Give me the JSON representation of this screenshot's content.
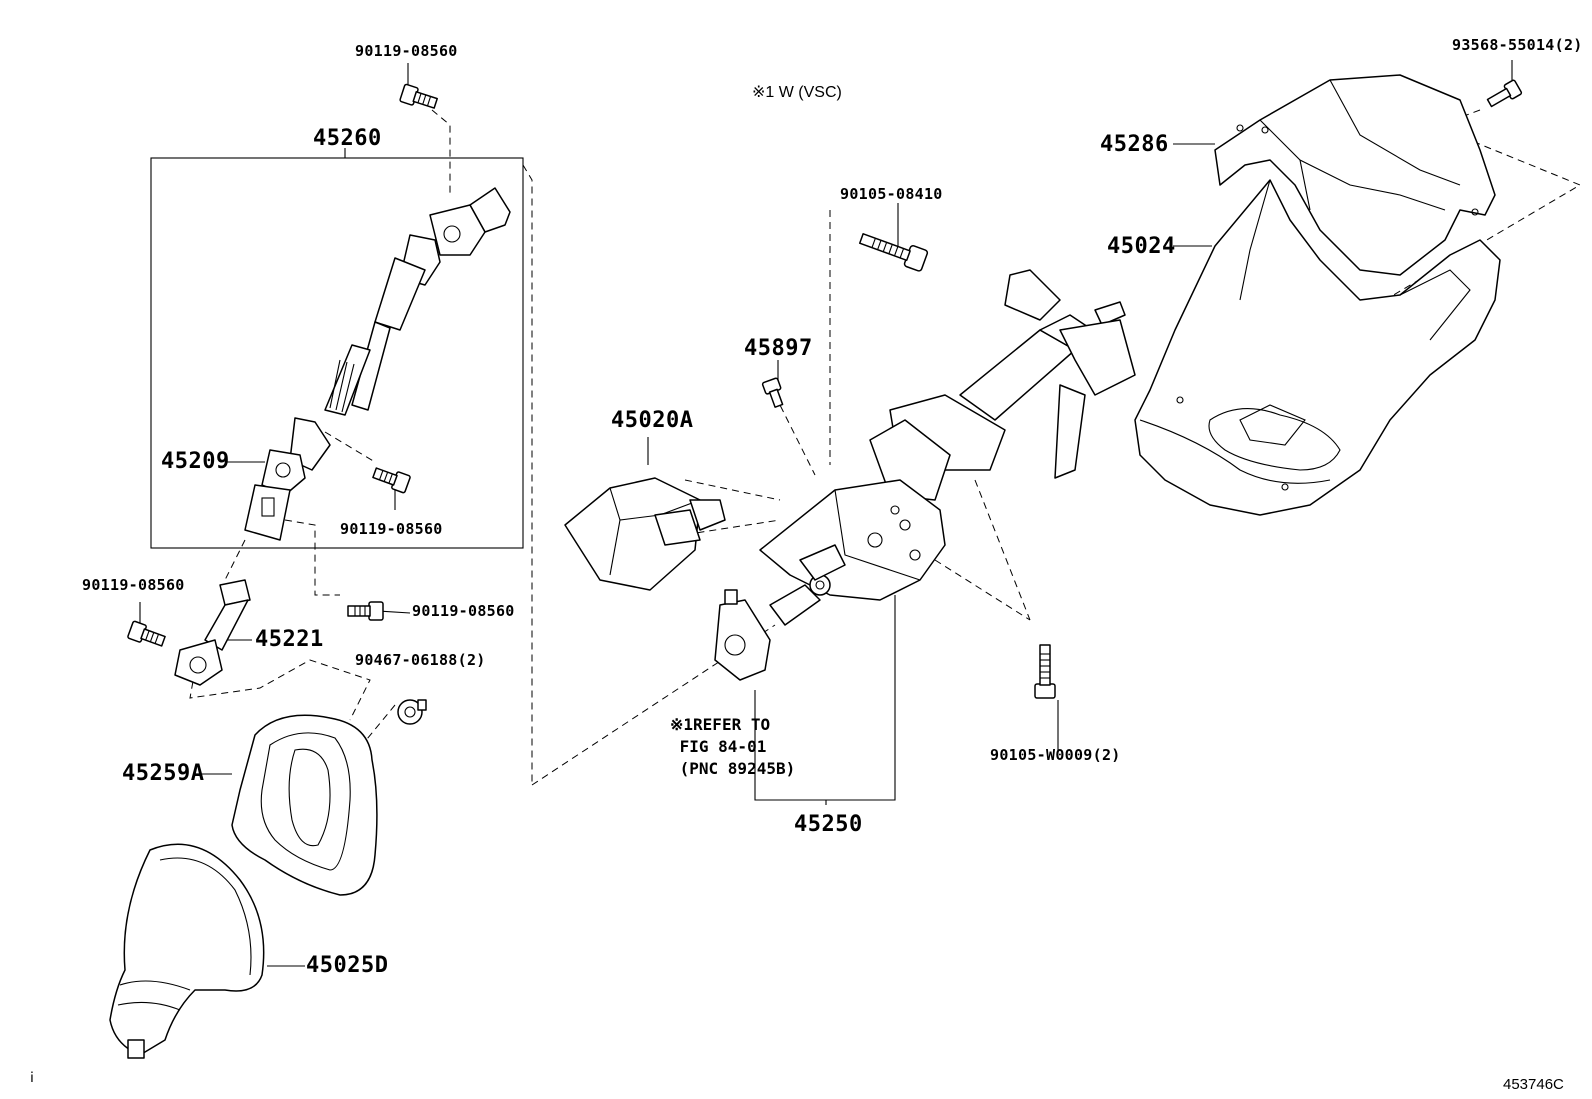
{
  "diagram_id": "453746C",
  "corner_mark": "ⅰ",
  "note_vsc": "※1 W (VSC)",
  "refer_note": "※1REFER TO\n FIG 84-01\n (PNC 89245B)",
  "labels": {
    "p45260": "45260",
    "p45209": "45209",
    "p45221": "45221",
    "p45259A": "45259A",
    "p45025D": "45025D",
    "p45020A": "45020A",
    "p45897": "45897",
    "p45250": "45250",
    "p45286": "45286",
    "p45024": "45024",
    "b90119_top": "90119-08560",
    "b90119_mid": "90119-08560",
    "b90119_left": "90119-08560",
    "b90119_right": "90119-08560",
    "b90467": "90467-06188(2)",
    "b90105_08410": "90105-08410",
    "b90105_w0009": "90105-W0009(2)",
    "b93568": "93568-55014(2)"
  }
}
